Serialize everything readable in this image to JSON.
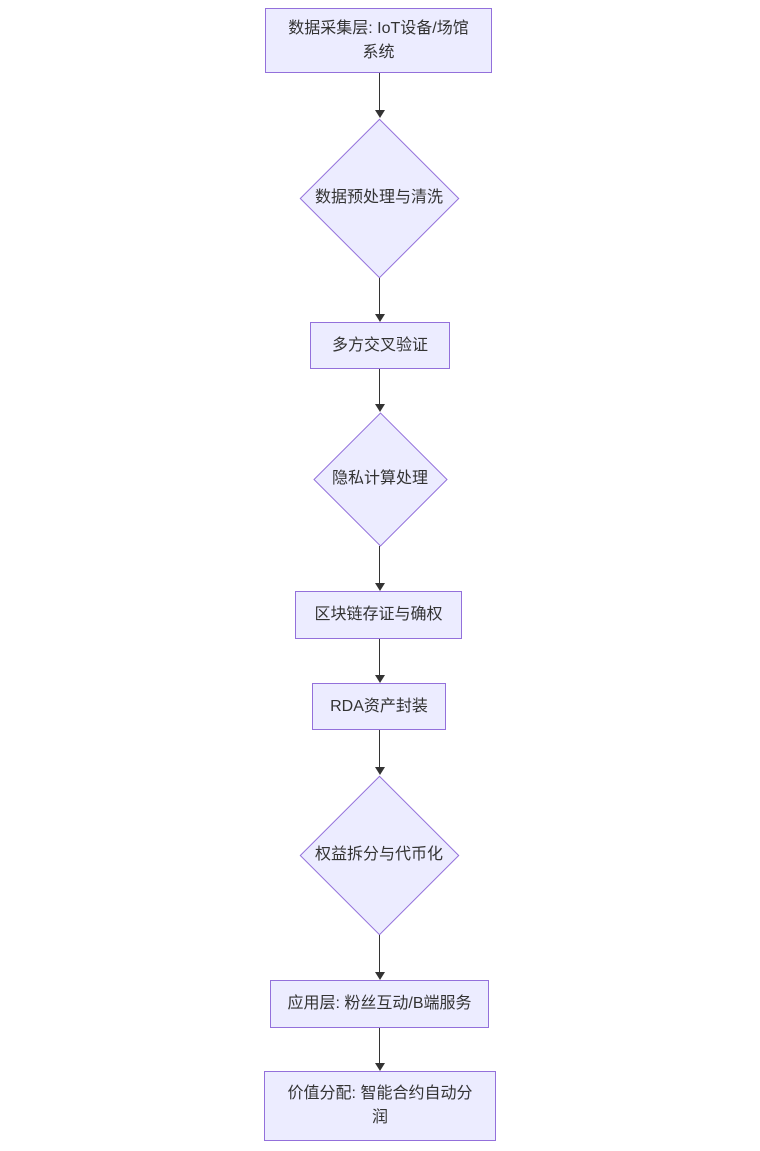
{
  "diagram": {
    "type": "flowchart",
    "direction": "top-down",
    "colors": {
      "node_fill": "#ECECFF",
      "node_border": "#9370DB",
      "edge_line": "#333333",
      "text": "#333333",
      "background": "#FFFFFF"
    },
    "nodes": [
      {
        "id": "A",
        "shape": "rectangle",
        "label": "数据采集层: IoT设备/场馆系统",
        "lines": [
          "数据采集层: IoT设备/场馆",
          "系统"
        ]
      },
      {
        "id": "B",
        "shape": "diamond",
        "label": "数据预处理与清洗",
        "lines": [
          "数据预处理与清洗"
        ]
      },
      {
        "id": "C",
        "shape": "rectangle",
        "label": "多方交叉验证",
        "lines": [
          "多方交叉验证"
        ]
      },
      {
        "id": "D",
        "shape": "diamond",
        "label": "隐私计算处理",
        "lines": [
          "隐私计算处理"
        ]
      },
      {
        "id": "E",
        "shape": "rectangle",
        "label": "区块链存证与确权",
        "lines": [
          "区块链存证与确权"
        ]
      },
      {
        "id": "F",
        "shape": "rectangle",
        "label": "RDA资产封装",
        "lines": [
          "RDA资产封装"
        ]
      },
      {
        "id": "G",
        "shape": "diamond",
        "label": "权益拆分与代币化",
        "lines": [
          "权益拆分与代币化"
        ]
      },
      {
        "id": "H",
        "shape": "rectangle",
        "label": "应用层: 粉丝互动/B端服务",
        "lines": [
          "应用层: 粉丝互动/B端服务"
        ]
      },
      {
        "id": "I",
        "shape": "rectangle",
        "label": "价值分配: 智能合约自动分润",
        "lines": [
          "价值分配: 智能合约自动分",
          "润"
        ]
      }
    ],
    "edges": [
      {
        "from": "A",
        "to": "B"
      },
      {
        "from": "B",
        "to": "C"
      },
      {
        "from": "C",
        "to": "D"
      },
      {
        "from": "D",
        "to": "E"
      },
      {
        "from": "E",
        "to": "F"
      },
      {
        "from": "F",
        "to": "G"
      },
      {
        "from": "G",
        "to": "H"
      },
      {
        "from": "H",
        "to": "I"
      }
    ]
  }
}
